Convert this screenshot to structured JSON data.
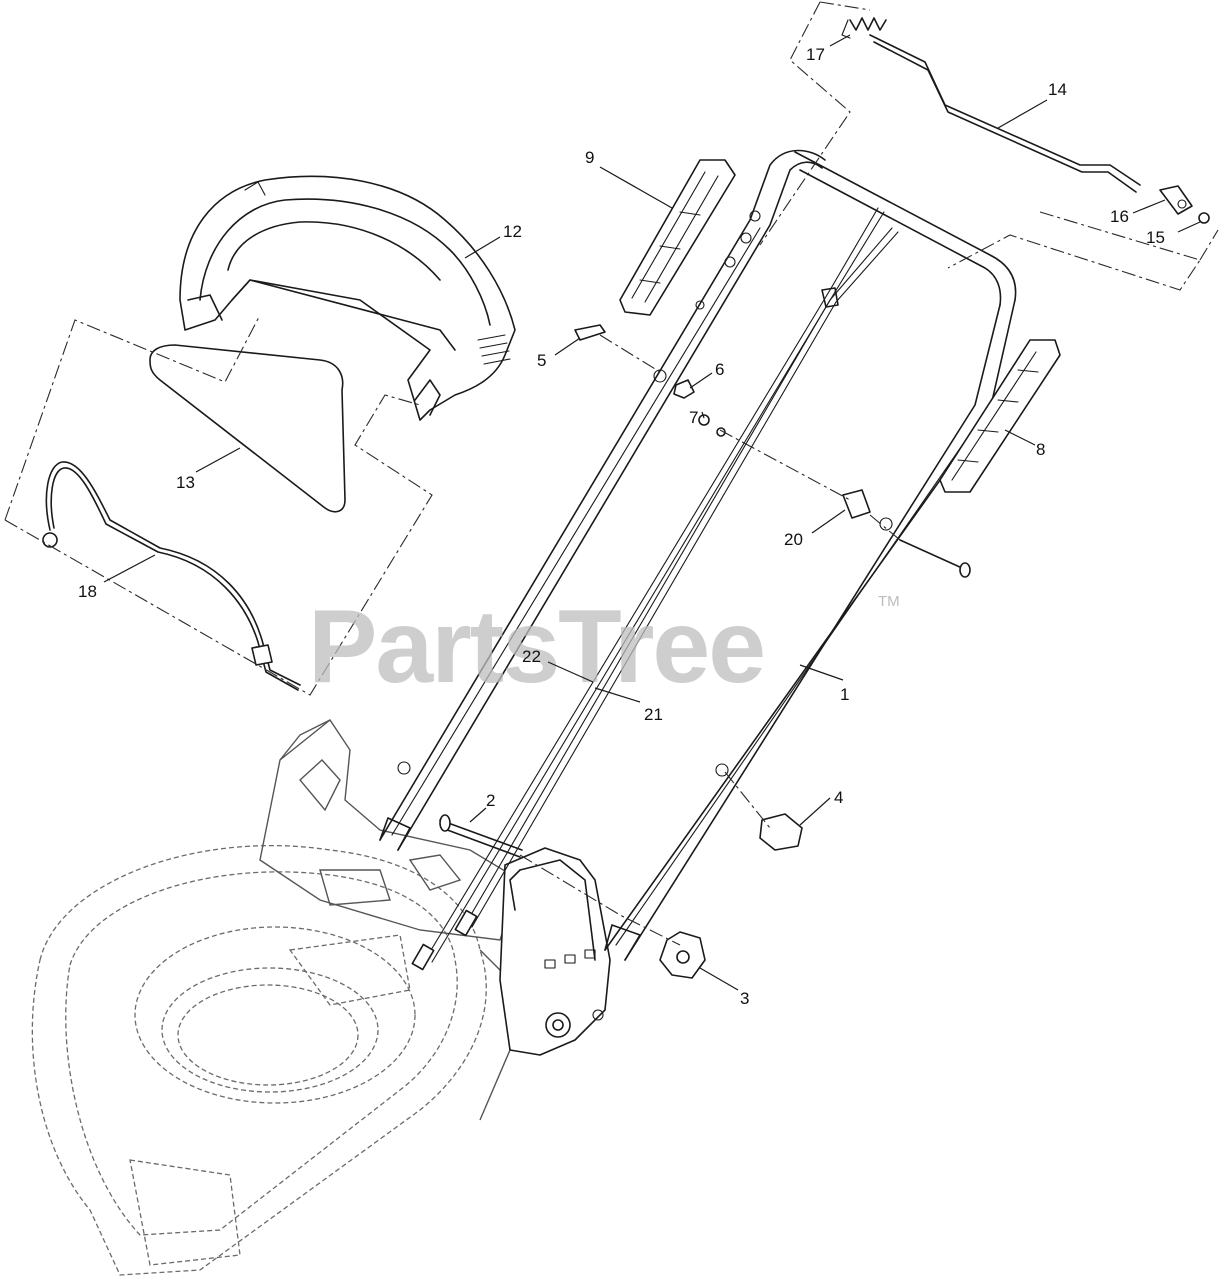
{
  "watermark": {
    "text": "PartsTree",
    "trademark": "TM"
  },
  "callouts": [
    "1",
    "2",
    "3",
    "4",
    "5",
    "6",
    "7",
    "8",
    "9",
    "12",
    "13",
    "14",
    "15",
    "16",
    "17",
    "18",
    "20",
    "21",
    "22"
  ]
}
